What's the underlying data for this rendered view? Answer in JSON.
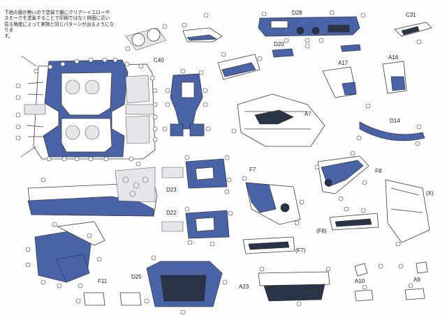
{
  "note": {
    "lines": [
      "下地の銀が無いので塗装で銀にクリアーイエローや",
      "スモークを塗装することで印刷ではなく側面に近い",
      "見る角度によって実物と同じパターンが出るようになりま",
      "す。"
    ]
  },
  "labels": {
    "C40": "C40",
    "D28": "D28",
    "C31": "C31",
    "D20": "D20",
    "A17": "A17",
    "A16": "A16",
    "A7": "A7",
    "D14": "D14",
    "D23": "D23",
    "D22": "D22",
    "F7": "F7",
    "F8": "F8",
    "F8p": "(F8)",
    "F7p": "(F7)",
    "Xp": "(X)",
    "F11": "F11",
    "D25": "D25",
    "A23": "A23",
    "A10": "A10",
    "A9": "A9"
  },
  "colors": {
    "decal_blue": "#4a63a6",
    "decal_dark": "#2b3447",
    "line": "#3a3a3a",
    "paper": "#fdfdfd"
  }
}
